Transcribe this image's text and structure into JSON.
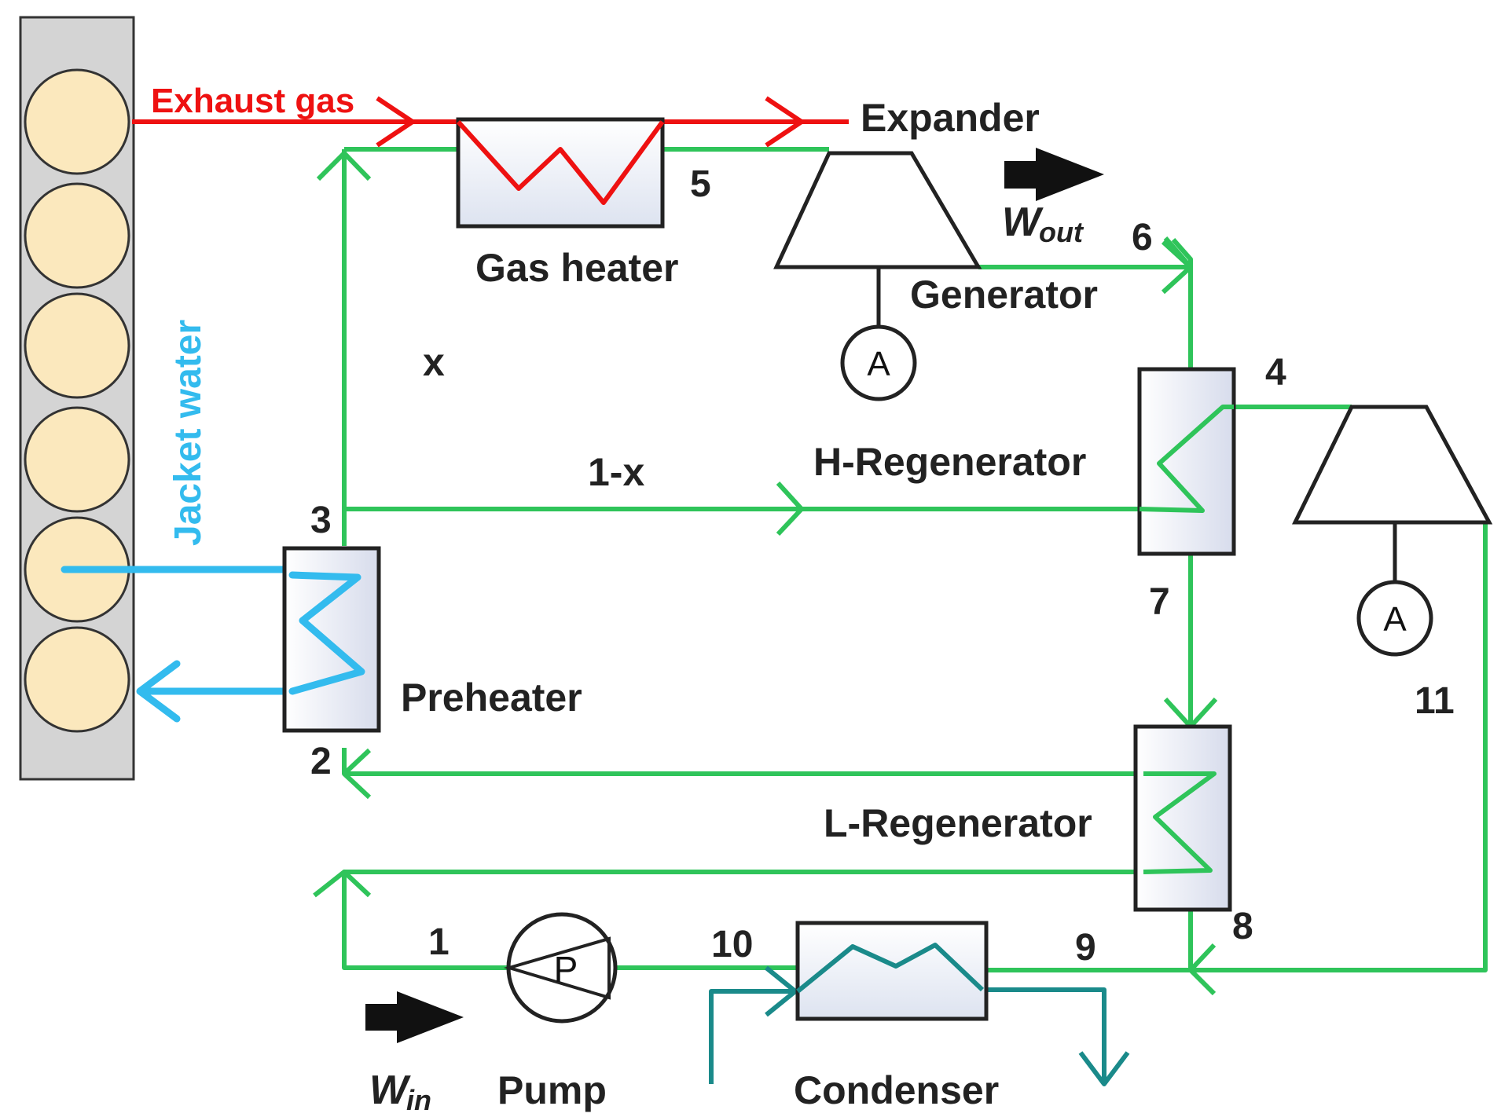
{
  "labels": {
    "exhaust_gas": "Exhaust gas",
    "expander": "Expander",
    "gas_heater": "Gas heater",
    "generator": "Generator",
    "h_regenerator": "H-Regenerator",
    "l_regenerator": "L-Regenerator",
    "preheater": "Preheater",
    "pump": "Pump",
    "condenser": "Condenser",
    "jacket_water": "Jacket water",
    "split_x": "x",
    "split_1_minus_x": "1-x",
    "w_out": "W",
    "w_out_sub": "out",
    "w_in": "W",
    "w_in_sub": "in",
    "generator_symbol": "A",
    "pump_symbol": "P"
  },
  "state_points": [
    "1",
    "2",
    "3",
    "4",
    "5",
    "6",
    "7",
    "8",
    "9",
    "10",
    "11"
  ],
  "colors": {
    "working_fluid": "#2fc45a",
    "exhaust_gas": "#ee1111",
    "jacket_water": "#33bbee",
    "cooling_water": "#1a8a8a",
    "engine_cylinder": "#fbe8bd",
    "engine_block": "#d4d4d4"
  }
}
